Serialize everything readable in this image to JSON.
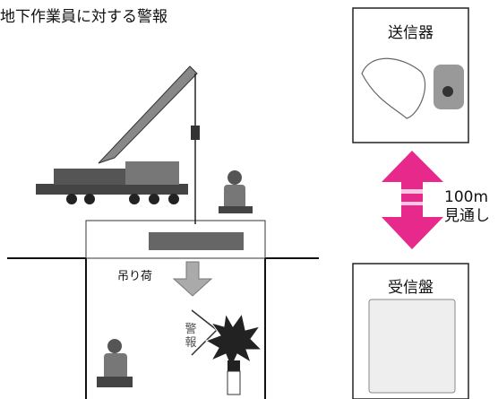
{
  "title": "地下作業員に対する警報",
  "transmitter": {
    "label": "送信器"
  },
  "receiver": {
    "label": "受信盤"
  },
  "range": {
    "distance": "100m",
    "condition": "見通し"
  },
  "hanging_load": {
    "label": "吊り荷"
  },
  "alarm": {
    "label": "警報"
  },
  "colors": {
    "arrow": "#e6298a",
    "gray_arrow": "#aaaaaa",
    "load": "#666666"
  }
}
